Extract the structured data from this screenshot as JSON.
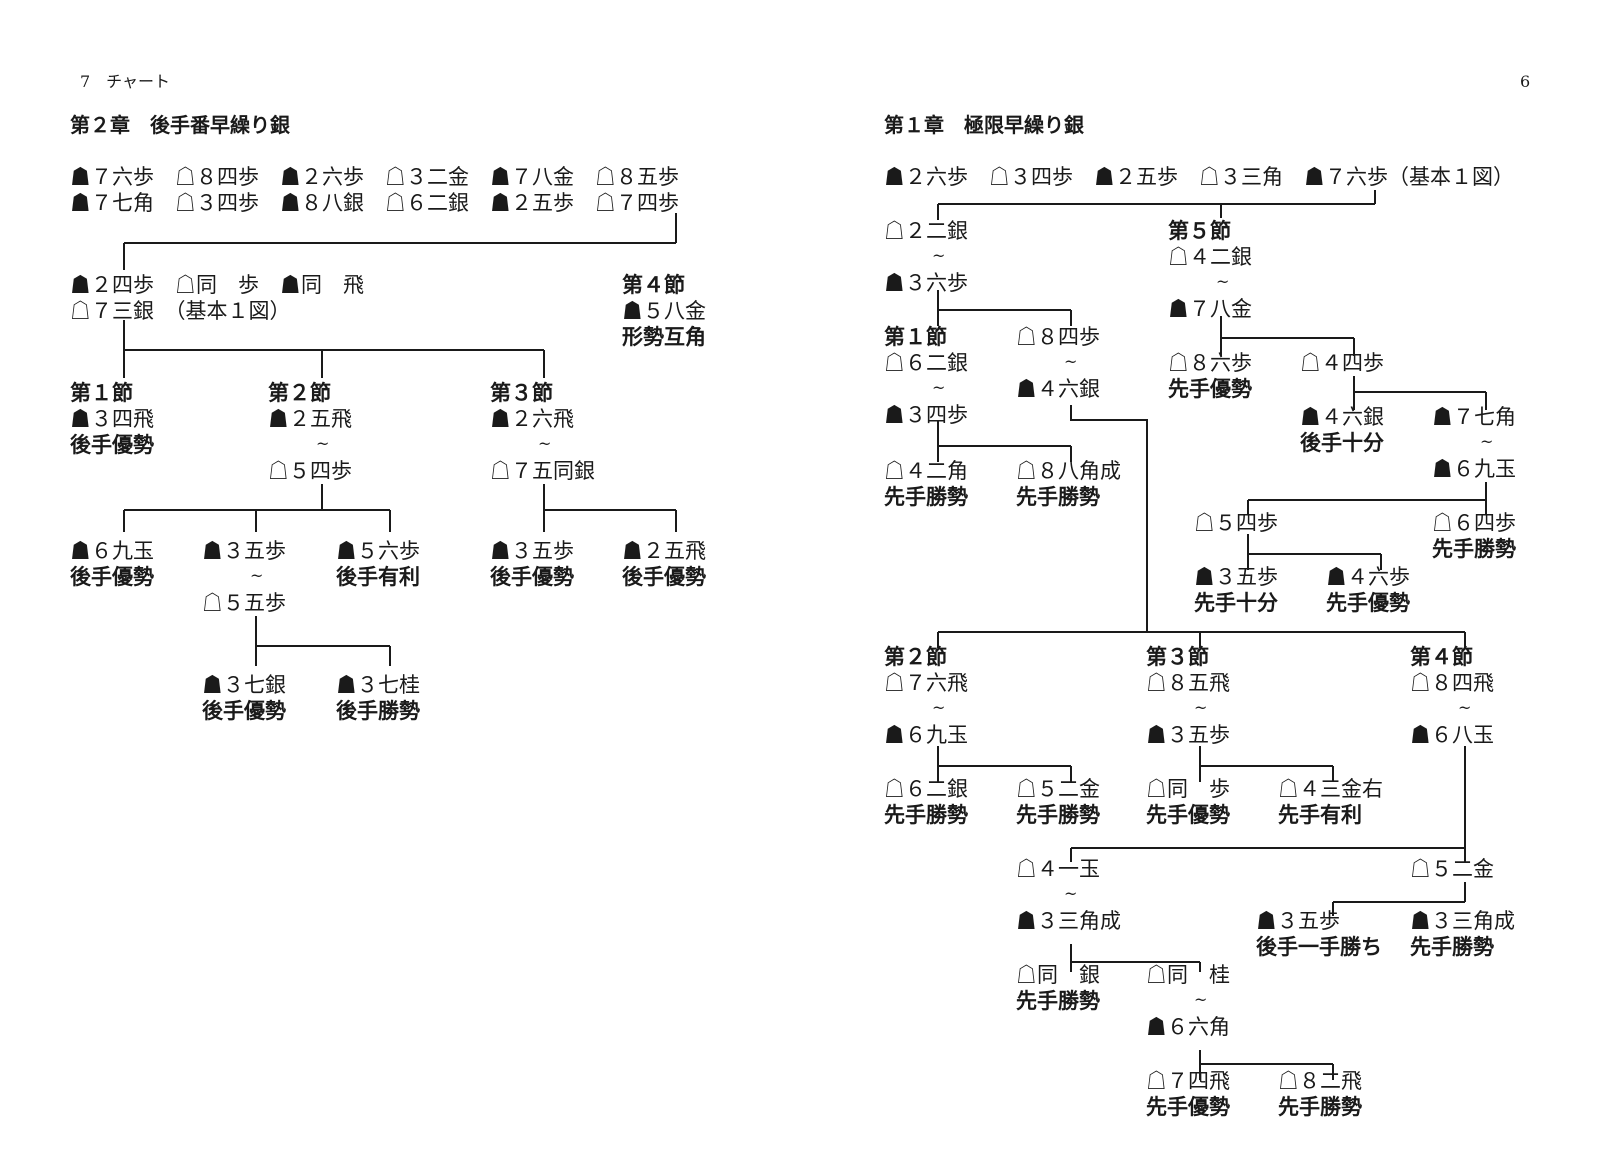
{
  "left_page": {
    "running_header": "7　チャート",
    "chapter_title": "第２章　後手番早繰り銀",
    "nodes": [
      {
        "id": "L1",
        "text": "☗７六歩　☖８四歩　☗２六歩　☖３二金　☗７八金　☖８五歩"
      },
      {
        "id": "L2",
        "text": "☗７七角　☖３四歩　☗８八銀　☖６二銀　☗２五歩　☖７四歩"
      },
      {
        "id": "L3",
        "text": "☗２四歩　☖同　歩　☗同　飛"
      },
      {
        "id": "L4",
        "text": "☖７三銀　（基本１図）"
      },
      {
        "id": "L5",
        "text": "第４節"
      },
      {
        "id": "L6",
        "text": "☗５八金"
      },
      {
        "id": "L7",
        "text": "形勢互角"
      },
      {
        "id": "L8",
        "text": "第１節"
      },
      {
        "id": "L9",
        "text": "☗３四飛"
      },
      {
        "id": "L10",
        "text": "後手優勢"
      },
      {
        "id": "L11",
        "text": "第２節"
      },
      {
        "id": "L12",
        "text": "☗２五飛"
      },
      {
        "id": "L13",
        "text": "☖５四歩"
      },
      {
        "id": "L14",
        "text": "第３節"
      },
      {
        "id": "L15",
        "text": "☗２六飛"
      },
      {
        "id": "L16",
        "text": "☖７五同銀"
      },
      {
        "id": "L17",
        "text": "☗６九玉"
      },
      {
        "id": "L18",
        "text": "後手優勢"
      },
      {
        "id": "L19",
        "text": "☗３五歩"
      },
      {
        "id": "L20",
        "text": "☖５五歩"
      },
      {
        "id": "L21",
        "text": "☗５六歩"
      },
      {
        "id": "L22",
        "text": "後手有利"
      },
      {
        "id": "L23",
        "text": "☗３五歩"
      },
      {
        "id": "L24",
        "text": "後手優勢"
      },
      {
        "id": "L25",
        "text": "☗２五飛"
      },
      {
        "id": "L26",
        "text": "後手優勢"
      },
      {
        "id": "L27",
        "text": "☗３七銀"
      },
      {
        "id": "L28",
        "text": "後手優勢"
      },
      {
        "id": "L29",
        "text": "☗３七桂"
      },
      {
        "id": "L30",
        "text": "後手勝勢"
      }
    ]
  },
  "right_page": {
    "page_number": "6",
    "chapter_title": "第１章　極限早繰り銀",
    "nodes": [
      {
        "id": "R1",
        "text": "☗２六歩　☖３四歩　☗２五歩　☖３三角　☗７六歩（基本１図）"
      },
      {
        "id": "R2",
        "text": "☖２二銀"
      },
      {
        "id": "R3",
        "text": "☗３六歩"
      },
      {
        "id": "R4",
        "text": "第５節"
      },
      {
        "id": "R5",
        "text": "☖４二銀"
      },
      {
        "id": "R6",
        "text": "☗７八金"
      },
      {
        "id": "R7",
        "text": "第１節"
      },
      {
        "id": "R8",
        "text": "☖６二銀"
      },
      {
        "id": "R9",
        "text": "☗３四歩"
      },
      {
        "id": "R10",
        "text": "☖８四歩"
      },
      {
        "id": "R11",
        "text": "☗４六銀"
      },
      {
        "id": "R12",
        "text": "☖８六歩"
      },
      {
        "id": "R13",
        "text": "先手優勢"
      },
      {
        "id": "R14",
        "text": "☖４四歩"
      },
      {
        "id": "R15",
        "text": "☖４二角"
      },
      {
        "id": "R16",
        "text": "先手勝勢"
      },
      {
        "id": "R17",
        "text": "☖８八角成"
      },
      {
        "id": "R18",
        "text": "先手勝勢"
      },
      {
        "id": "R19",
        "text": "☗４六銀"
      },
      {
        "id": "R20",
        "text": "後手十分"
      },
      {
        "id": "R21",
        "text": "☗７七角"
      },
      {
        "id": "R22",
        "text": "☗６九玉"
      },
      {
        "id": "R23",
        "text": "☖５四歩"
      },
      {
        "id": "R24",
        "text": "☖６四歩"
      },
      {
        "id": "R25",
        "text": "先手勝勢"
      },
      {
        "id": "R26",
        "text": "☗３五歩"
      },
      {
        "id": "R27",
        "text": "先手十分"
      },
      {
        "id": "R28",
        "text": "☗４六歩"
      },
      {
        "id": "R29",
        "text": "先手優勢"
      },
      {
        "id": "R30",
        "text": "第２節"
      },
      {
        "id": "R31",
        "text": "☖７六飛"
      },
      {
        "id": "R32",
        "text": "☗６九玉"
      },
      {
        "id": "R33",
        "text": "第３節"
      },
      {
        "id": "R34",
        "text": "☖８五飛"
      },
      {
        "id": "R35",
        "text": "☗３五歩"
      },
      {
        "id": "R36",
        "text": "第４節"
      },
      {
        "id": "R37",
        "text": "☖８四飛"
      },
      {
        "id": "R38",
        "text": "☗６八玉"
      },
      {
        "id": "R39",
        "text": "☖６二銀"
      },
      {
        "id": "R40",
        "text": "先手勝勢"
      },
      {
        "id": "R41",
        "text": "☖５二金"
      },
      {
        "id": "R42",
        "text": "先手勝勢"
      },
      {
        "id": "R43",
        "text": "☖同　歩"
      },
      {
        "id": "R44",
        "text": "先手優勢"
      },
      {
        "id": "R45",
        "text": "☖４三金右"
      },
      {
        "id": "R46",
        "text": "先手有利"
      },
      {
        "id": "R47",
        "text": "☖４一玉"
      },
      {
        "id": "R48",
        "text": "☖５二金"
      },
      {
        "id": "R49",
        "text": "☗３三角成"
      },
      {
        "id": "R50",
        "text": "☗３五歩"
      },
      {
        "id": "R51",
        "text": "後手一手勝ち"
      },
      {
        "id": "R52",
        "text": "☗３三角成"
      },
      {
        "id": "R53",
        "text": "先手勝勢"
      },
      {
        "id": "R54",
        "text": "☖同　銀"
      },
      {
        "id": "R55",
        "text": "先手勝勢"
      },
      {
        "id": "R56",
        "text": "☖同　桂"
      },
      {
        "id": "R57",
        "text": "☗６六角"
      },
      {
        "id": "R58",
        "text": "☖７四飛"
      },
      {
        "id": "R59",
        "text": "先手優勢"
      },
      {
        "id": "R60",
        "text": "☖８二飛"
      },
      {
        "id": "R61",
        "text": "先手勝勢"
      }
    ]
  }
}
